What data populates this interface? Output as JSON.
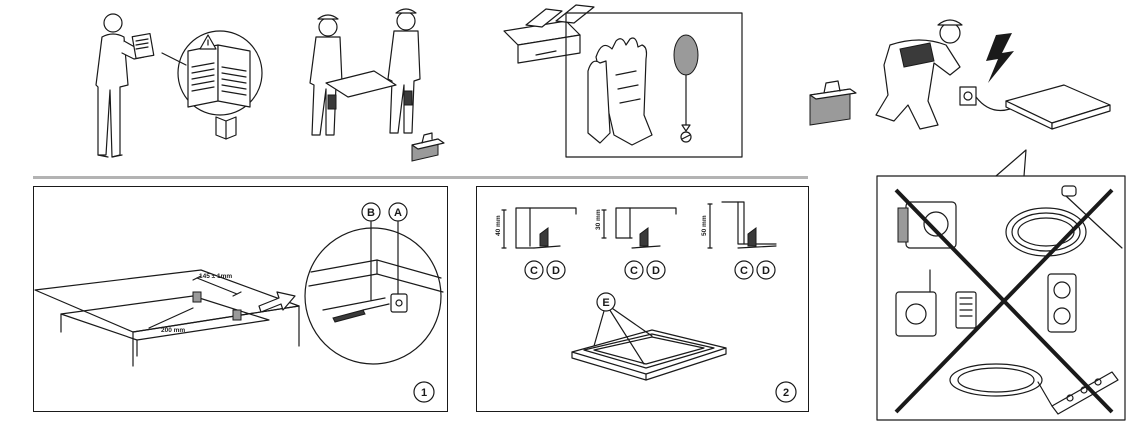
{
  "panel1": {
    "callout_a": "A",
    "callout_b": "B",
    "dim_clip_spacing": "145 ± 1mm",
    "dim_edge": "200 mm",
    "step_number": "1"
  },
  "panel2": {
    "callout_c": "C",
    "callout_d": "D",
    "callout_e": "E",
    "dim_40": "40 mm",
    "dim_30": "30 mm",
    "dim_50": "50 mm",
    "step_number": "2"
  },
  "colors": {
    "line": "#1a1a1a",
    "separator": "#b3b3b3",
    "grey_fill": "#9a9a9a"
  },
  "icons": [
    "manual-reading-icon",
    "two-person-lift-icon",
    "toolbox-icon",
    "gloves-icon",
    "screwdriver-icon",
    "electrician-icon",
    "lightning-icon",
    "prohibited-adapters-icon"
  ]
}
